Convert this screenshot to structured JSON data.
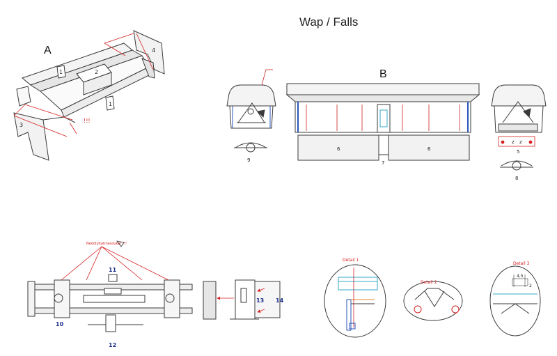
{
  "title": "Wap / Falls",
  "parts": {
    "a": "A",
    "b": "B"
  },
  "part_a_numbers": [
    "1",
    "2",
    "1",
    "3",
    "4"
  ],
  "part_a_warning": "!!!",
  "part_b_numbers": [
    "9",
    "6",
    "7",
    "6",
    "5",
    "8"
  ],
  "part_b_small": [
    "z",
    "z"
  ],
  "lower_numbers": [
    "11",
    "10",
    "12",
    "13",
    "14"
  ],
  "lower_note": "Nedotykat/nesoukat !!!",
  "details": [
    "Detail 1",
    "Detail 2",
    "Detail 3"
  ],
  "detail3_dims": [
    "4,5",
    "2"
  ],
  "colors": {
    "line": "#3a3a3a",
    "leader": "#d42020",
    "blue": "#2a55b8",
    "cyan": "#34a8c8",
    "orange": "#e08a2a",
    "grey_fill": "#e8e8e8"
  }
}
